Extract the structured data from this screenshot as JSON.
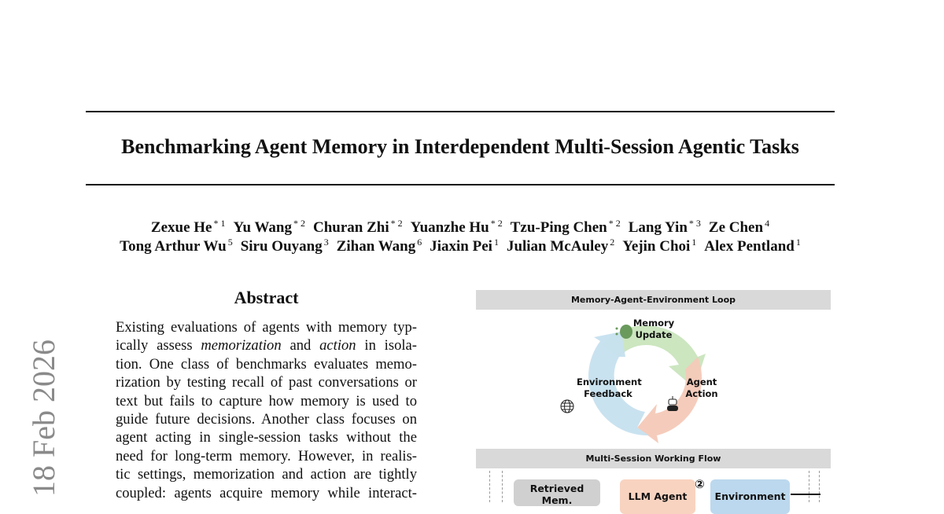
{
  "title": "Benchmarking Agent Memory in Interdependent Multi-Session Agentic Tasks",
  "authors_line1": [
    {
      "name": "Zexue He",
      "aff": "* 1"
    },
    {
      "name": "Yu Wang",
      "aff": "* 2"
    },
    {
      "name": "Churan Zhi",
      "aff": "* 2"
    },
    {
      "name": "Yuanzhe Hu",
      "aff": "* 2"
    },
    {
      "name": "Tzu-Ping Chen",
      "aff": "* 2"
    },
    {
      "name": "Lang Yin",
      "aff": "* 3"
    },
    {
      "name": "Ze Chen",
      "aff": "4"
    }
  ],
  "authors_line2": [
    {
      "name": "Tong Arthur Wu",
      "aff": "5"
    },
    {
      "name": "Siru Ouyang",
      "aff": "3"
    },
    {
      "name": "Zihan Wang",
      "aff": "6"
    },
    {
      "name": "Jiaxin Pei",
      "aff": "1"
    },
    {
      "name": "Julian McAuley",
      "aff": "2"
    },
    {
      "name": "Yejin Choi",
      "aff": "1"
    },
    {
      "name": "Alex Pentland",
      "aff": "1"
    }
  ],
  "side_stamp": "18 Feb 2026",
  "abstract": {
    "heading": "Abstract",
    "lines": [
      [
        "Existing evaluations of agents with memory typ-"
      ],
      [
        "ically assess ",
        "memorization",
        " and ",
        "action",
        " in isola-"
      ],
      [
        "tion. One class of benchmarks evaluates memo-"
      ],
      [
        "rization by testing recall of past conversations or"
      ],
      [
        "text but fails to capture how memory is used to"
      ],
      [
        "guide future decisions. Another class focuses on"
      ],
      [
        "agent acting in single-session tasks without the"
      ],
      [
        "need for long-term memory. However, in realis-"
      ],
      [
        "tic settings, memorization and action are tightly"
      ],
      [
        "coupled: agents acquire memory while interact-"
      ]
    ]
  },
  "figure": {
    "loop_header": "Memory-Agent-Environment Loop",
    "memory_update": [
      "Memory",
      "Update"
    ],
    "agent_action": [
      "Agent",
      "Action"
    ],
    "environment_feedback": [
      "Environment",
      "Feedback"
    ],
    "flow_header": "Multi-Session Working Flow",
    "retrieved_mem": "Retrieved Mem.",
    "llm_agent": "LLM Agent",
    "step_2": "②",
    "environment": "Environment",
    "colors": {
      "green": "#c9e5bd",
      "red": "#f4c9b8",
      "blue": "#c6e0ef",
      "gray": "#d9d9d9",
      "box_gray": "#d0d0d0",
      "box_red": "#f8d3c0",
      "box_blue": "#bcd8ee"
    }
  }
}
